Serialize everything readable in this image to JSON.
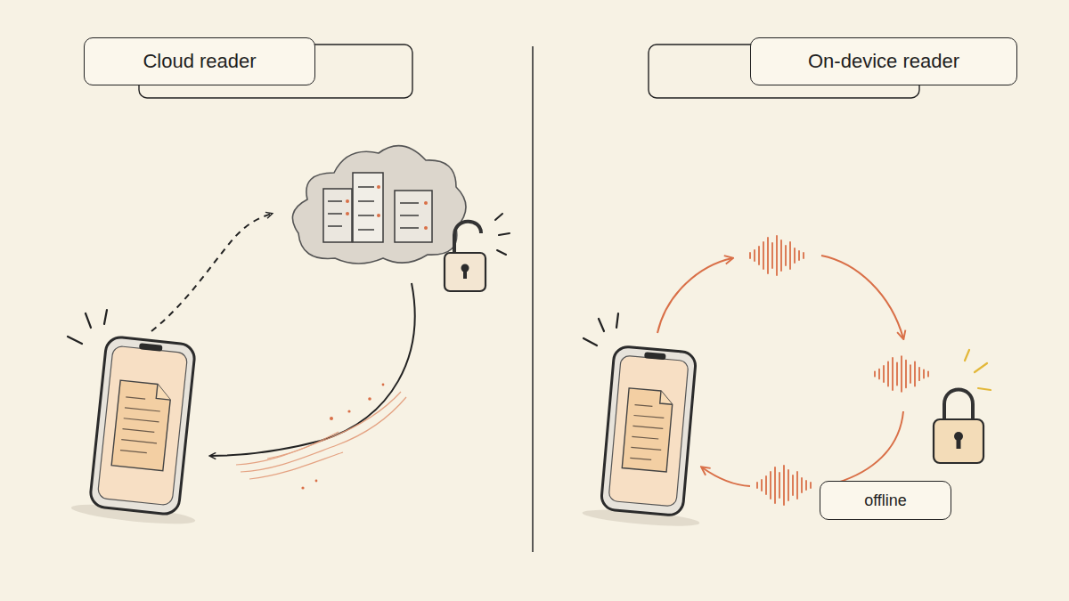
{
  "diagram": {
    "nodes": [
      {
        "text": [
          "Cloud reader"
        ]
      },
      {
        "text": [
          "On-device reader"
        ]
      },
      {
        "text": [
          "offline"
        ]
      }
    ]
  }
}
